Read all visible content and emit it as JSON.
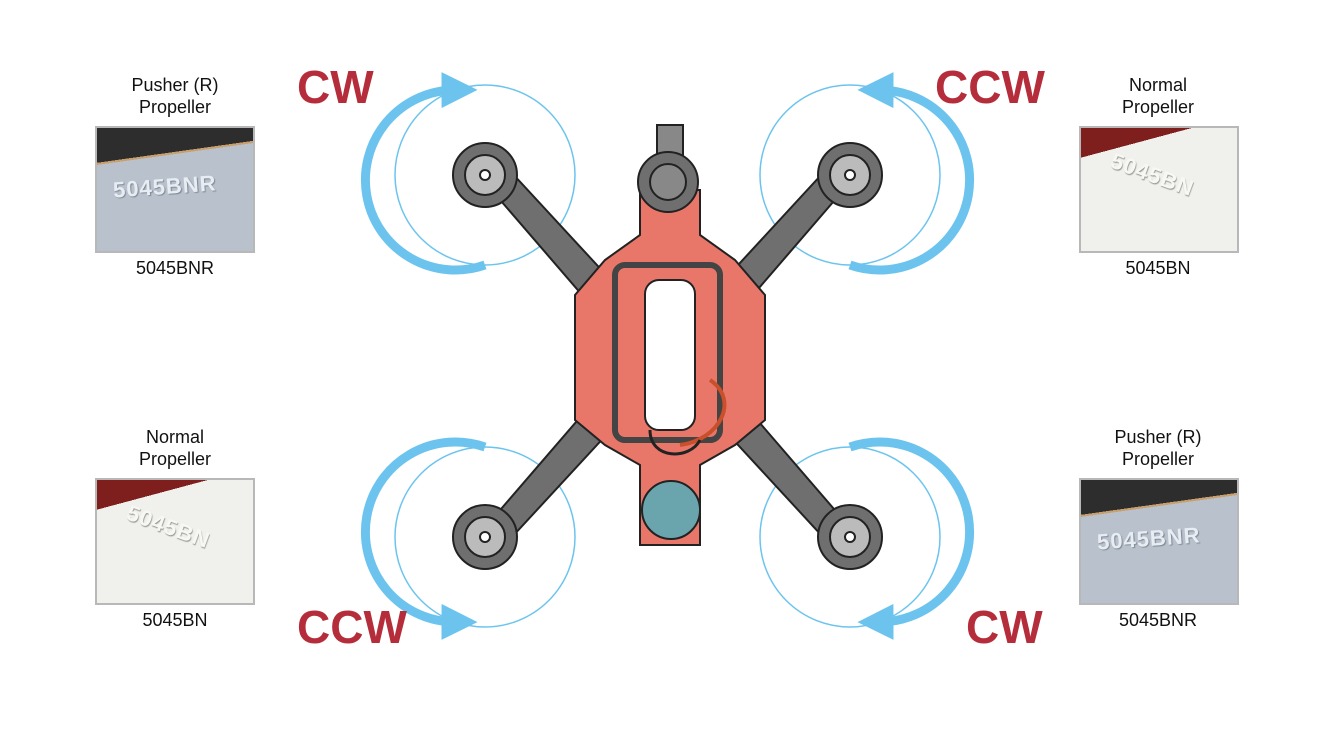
{
  "motors": [
    {
      "position": "top-left",
      "direction": "CW",
      "label_line1": "Pusher (R)",
      "label_line2": "Propeller",
      "code": "5045BNR",
      "photo_text": "5045BNR"
    },
    {
      "position": "top-right",
      "direction": "CCW",
      "label_line1": "Normal",
      "label_line2": "Propeller",
      "code": "5045BN",
      "photo_text": "5045BN"
    },
    {
      "position": "bottom-left",
      "direction": "CCW",
      "label_line1": "Normal",
      "label_line2": "Propeller",
      "code": "5045BN",
      "photo_text": "5045BN"
    },
    {
      "position": "bottom-right",
      "direction": "CW",
      "label_line1": "Pusher (R)",
      "label_line2": "Propeller",
      "code": "5045BNR",
      "photo_text": "5045BNR"
    }
  ],
  "colors": {
    "arrow": "#6cc4ee",
    "direction_text": "#b52d3a",
    "frame": "#e8776a"
  }
}
